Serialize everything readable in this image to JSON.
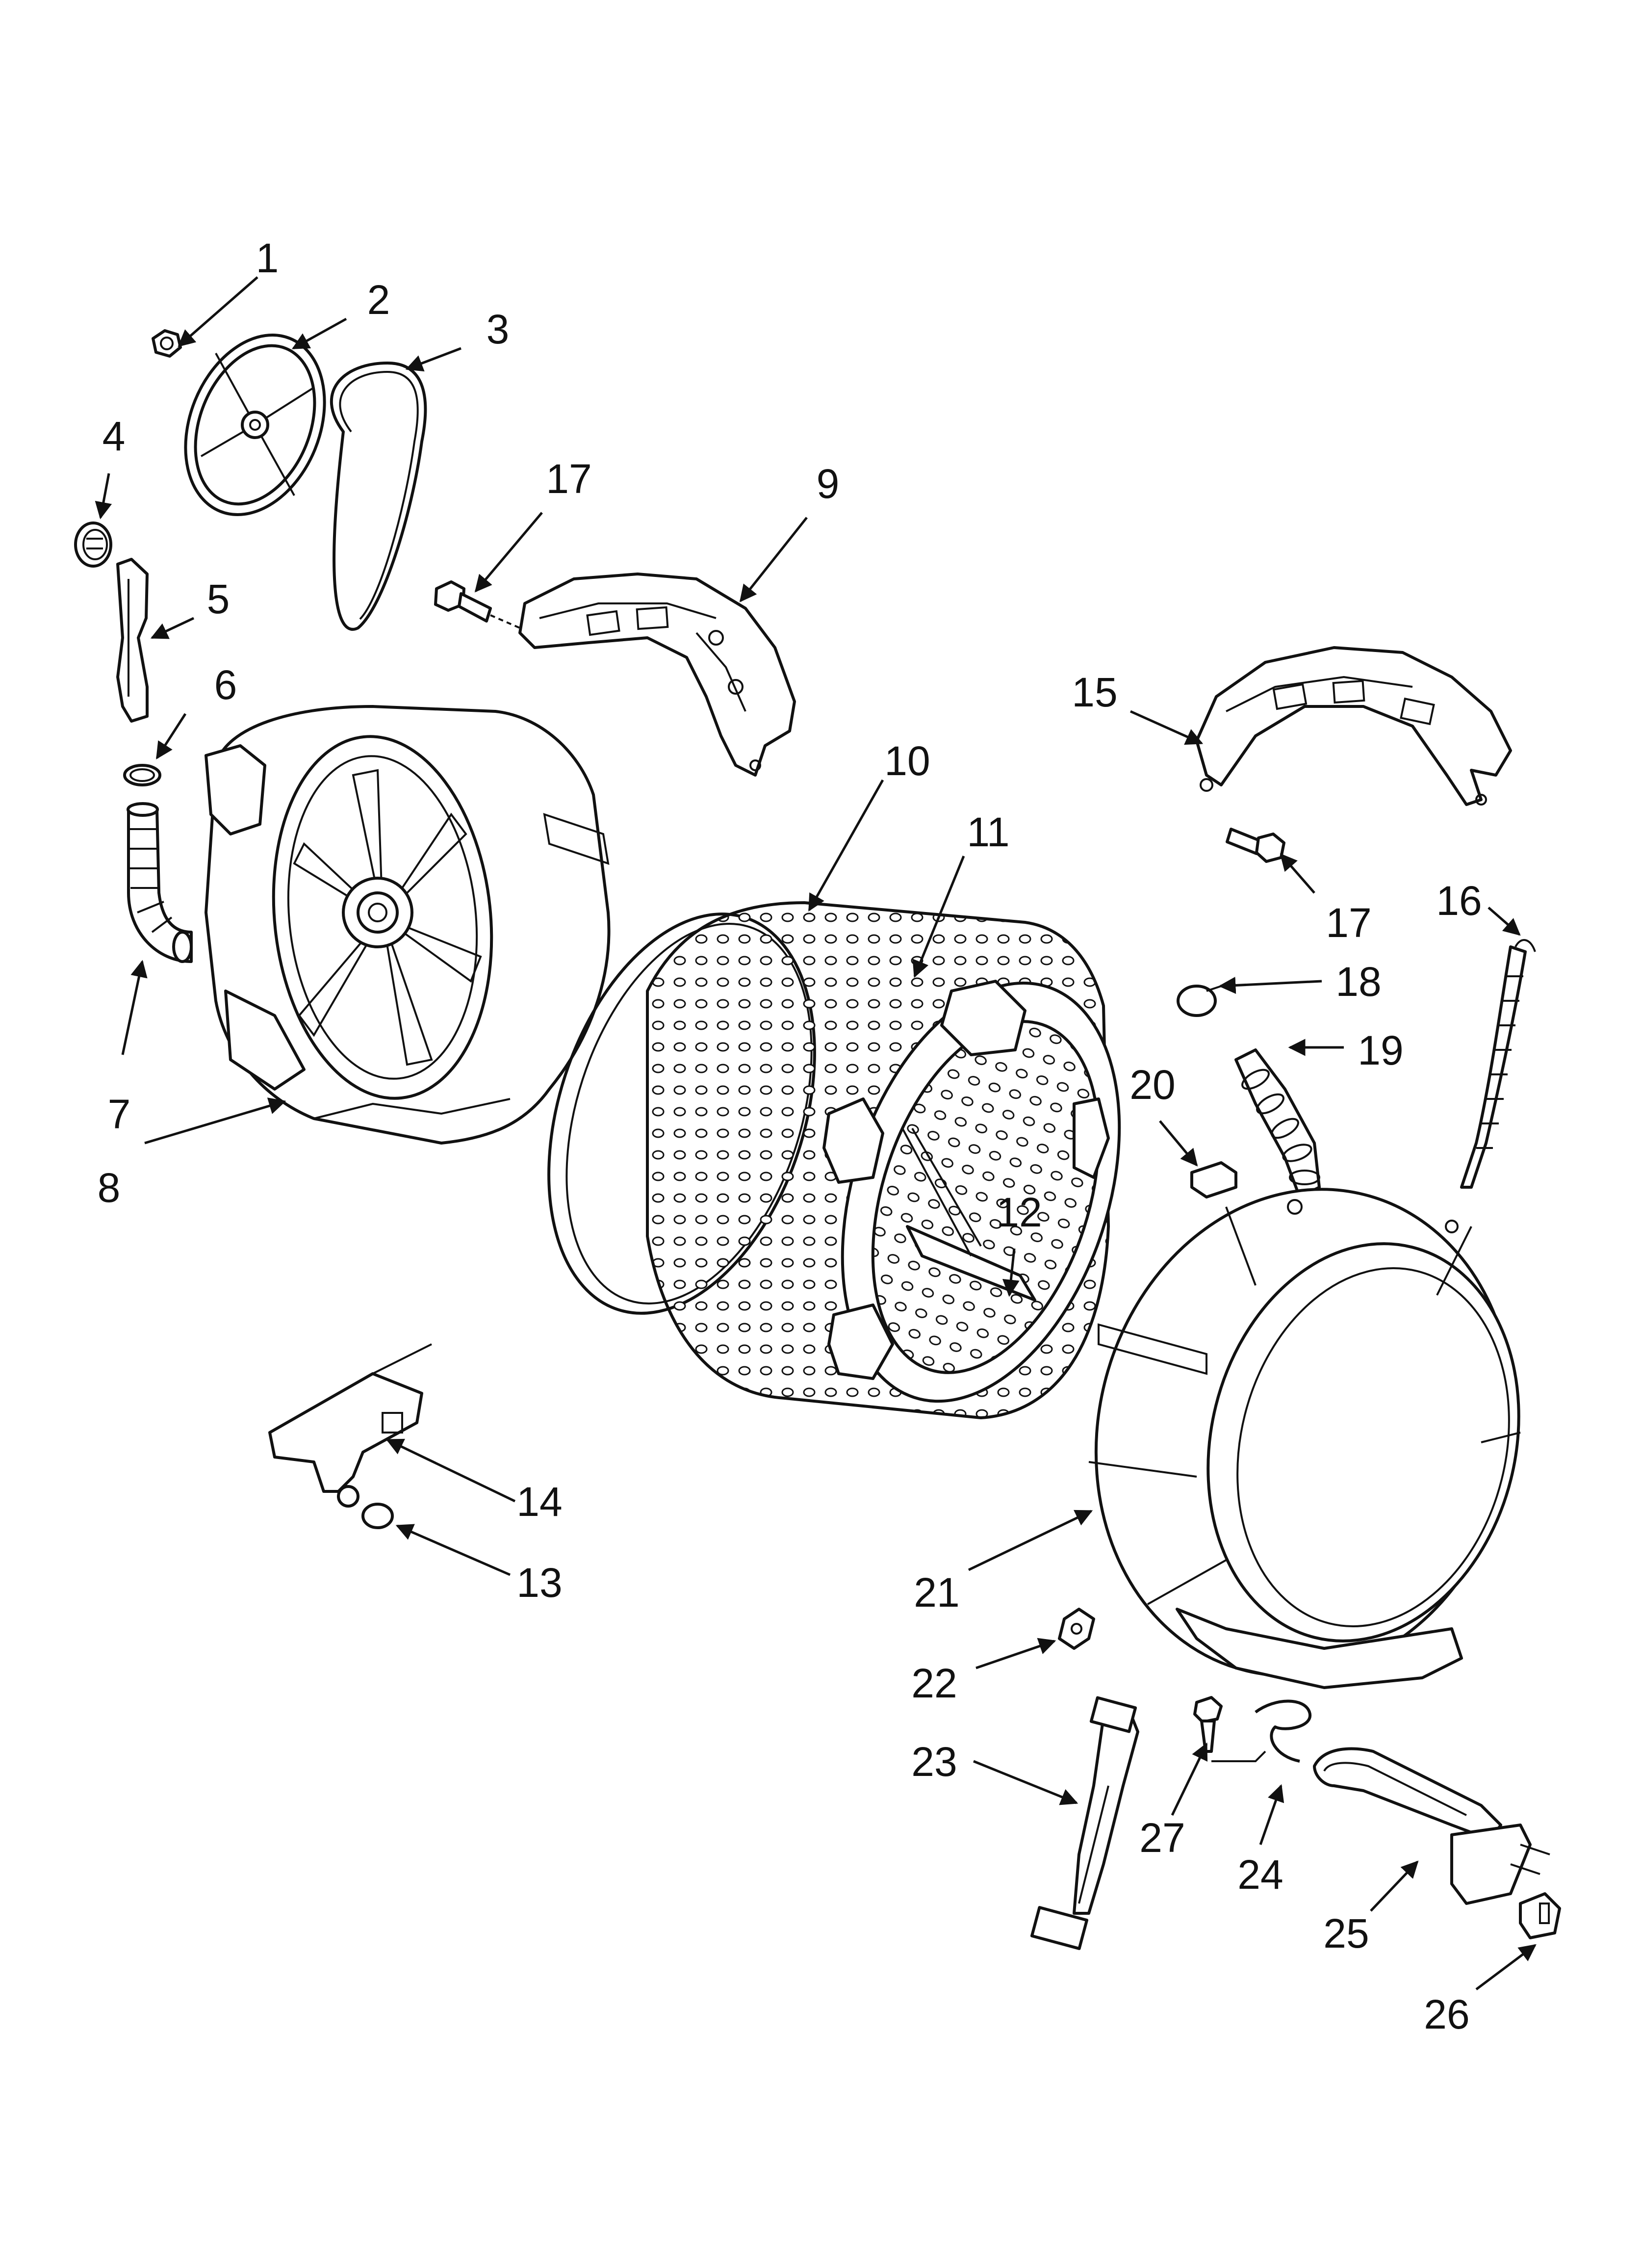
{
  "diagram": {
    "callouts": [
      {
        "id": "1",
        "label": "1"
      },
      {
        "id": "2",
        "label": "2"
      },
      {
        "id": "3",
        "label": "3"
      },
      {
        "id": "4",
        "label": "4"
      },
      {
        "id": "5",
        "label": "5"
      },
      {
        "id": "6",
        "label": "6"
      },
      {
        "id": "7",
        "label": "7"
      },
      {
        "id": "8",
        "label": "8"
      },
      {
        "id": "17a",
        "label": "17"
      },
      {
        "id": "9",
        "label": "9"
      },
      {
        "id": "10",
        "label": "10"
      },
      {
        "id": "11",
        "label": "11"
      },
      {
        "id": "12",
        "label": "12"
      },
      {
        "id": "15",
        "label": "15"
      },
      {
        "id": "17b",
        "label": "17"
      },
      {
        "id": "16",
        "label": "16"
      },
      {
        "id": "18",
        "label": "18"
      },
      {
        "id": "19",
        "label": "19"
      },
      {
        "id": "20",
        "label": "20"
      },
      {
        "id": "14",
        "label": "14"
      },
      {
        "id": "13",
        "label": "13"
      },
      {
        "id": "21",
        "label": "21"
      },
      {
        "id": "22",
        "label": "22"
      },
      {
        "id": "23",
        "label": "23"
      },
      {
        "id": "27",
        "label": "27"
      },
      {
        "id": "24",
        "label": "24"
      },
      {
        "id": "25",
        "label": "25"
      },
      {
        "id": "26",
        "label": "26"
      }
    ]
  }
}
